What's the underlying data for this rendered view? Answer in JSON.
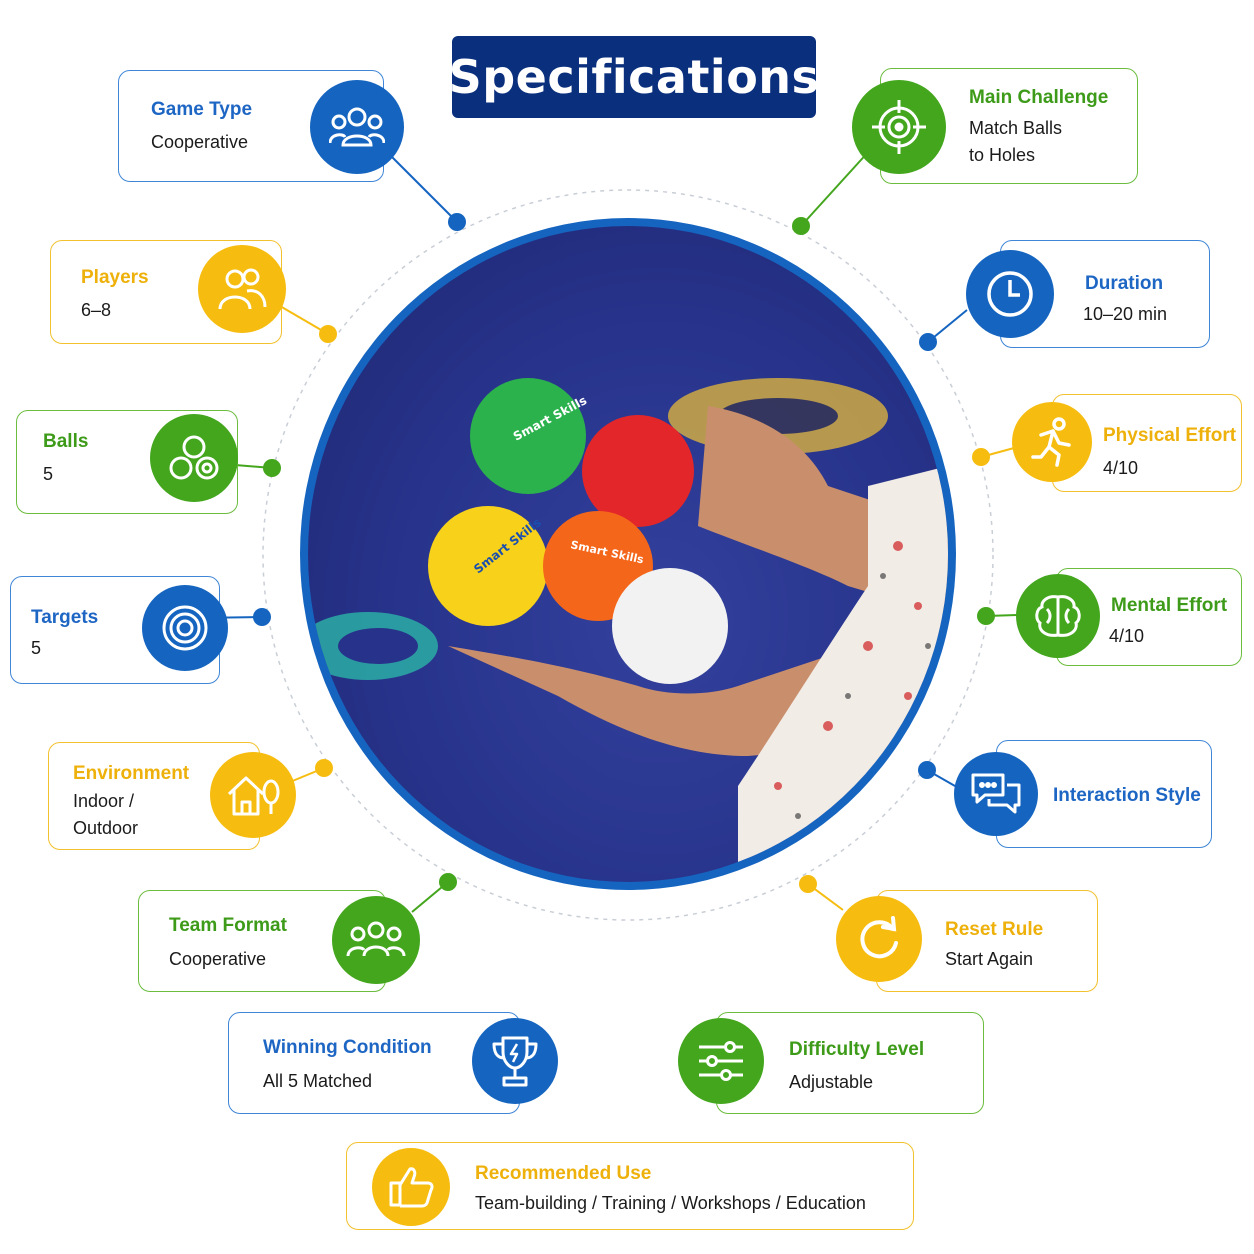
{
  "title": "Specifications",
  "colors": {
    "blue": "#1565c0",
    "green": "#43a61d",
    "yellow": "#f6bd10",
    "navy": "#0a2f7d"
  },
  "specs": {
    "game_type": {
      "title": "Game Type",
      "value": "Cooperative",
      "icon": "group-icon"
    },
    "main_challenge": {
      "title": "Main Challenge",
      "value": "Match Balls\nto Holes",
      "icon": "target-icon"
    },
    "players": {
      "title": "Players",
      "value": "6–8",
      "icon": "people-icon"
    },
    "duration": {
      "title": "Duration",
      "value": "10–20 min",
      "icon": "clock-icon"
    },
    "balls": {
      "title": "Balls",
      "value": "5",
      "icon": "balls-icon"
    },
    "physical_effort": {
      "title": "Physical Effort",
      "value": "4/10",
      "icon": "running-icon"
    },
    "targets": {
      "title": "Targets",
      "value": "5",
      "icon": "target-rings-icon"
    },
    "mental_effort": {
      "title": "Mental Effort",
      "value": "4/10",
      "icon": "brain-icon"
    },
    "environment": {
      "title": "Environment",
      "value": "Indoor /\nOutdoor",
      "icon": "house-tree-icon"
    },
    "interaction_style": {
      "title": "Interaction Style",
      "icon": "chat-bubbles-icon"
    },
    "team_format": {
      "title": "Team Format",
      "value": "Cooperative",
      "icon": "team-icon"
    },
    "reset_rule": {
      "title": "Reset Rule",
      "value": "Start Again",
      "icon": "reset-icon"
    },
    "winning_condition": {
      "title": "Winning Condition",
      "value": "All 5 Matched",
      "icon": "trophy-icon"
    },
    "difficulty_level": {
      "title": "Difficulty Level",
      "value": "Adjustable",
      "icon": "sliders-icon"
    },
    "recommended_use": {
      "title": "Recommended Use",
      "value": "Team-building / Training / Workshops / Education",
      "icon": "thumbs-up-icon"
    }
  },
  "photo": {
    "ball_label": "Smart Skills",
    "ball_colors": [
      "#2bb24c",
      "#e3262a",
      "#f7d11a",
      "#f4661a",
      "#f2f2f2"
    ]
  }
}
